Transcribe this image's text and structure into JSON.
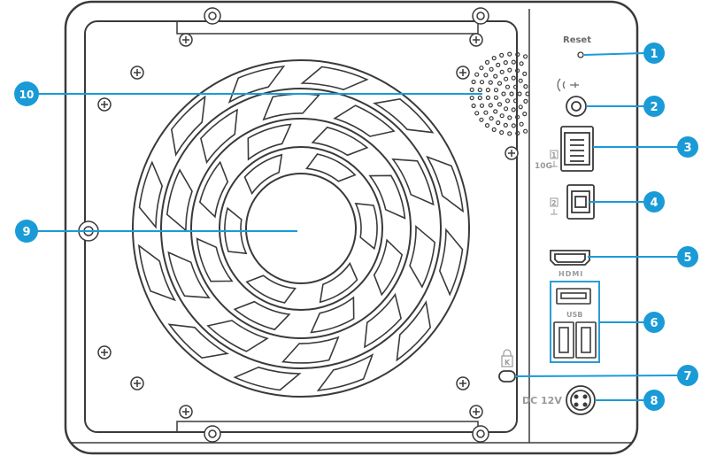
{
  "port_labels": {
    "reset": "Reset",
    "ten_g": "10G",
    "port_one": "1",
    "port_two": "2",
    "hdmi": "HDMI",
    "usb": "USB",
    "kensington": "K",
    "dc": "DC 12V"
  },
  "callouts": [
    {
      "id": "reset",
      "number": "1"
    },
    {
      "id": "audio",
      "number": "2"
    },
    {
      "id": "lan-10g",
      "number": "3"
    },
    {
      "id": "lan-2",
      "number": "4"
    },
    {
      "id": "hdmi",
      "number": "5"
    },
    {
      "id": "usb",
      "number": "6"
    },
    {
      "id": "lock",
      "number": "7"
    },
    {
      "id": "power",
      "number": "8"
    },
    {
      "id": "fan",
      "number": "9"
    },
    {
      "id": "speaker",
      "number": "10"
    }
  ],
  "colors": {
    "callout": "#1a9bd7",
    "line": "#3a3a3a",
    "label_gray": "#9a9a9a",
    "highlight": "#2b9bd6"
  }
}
